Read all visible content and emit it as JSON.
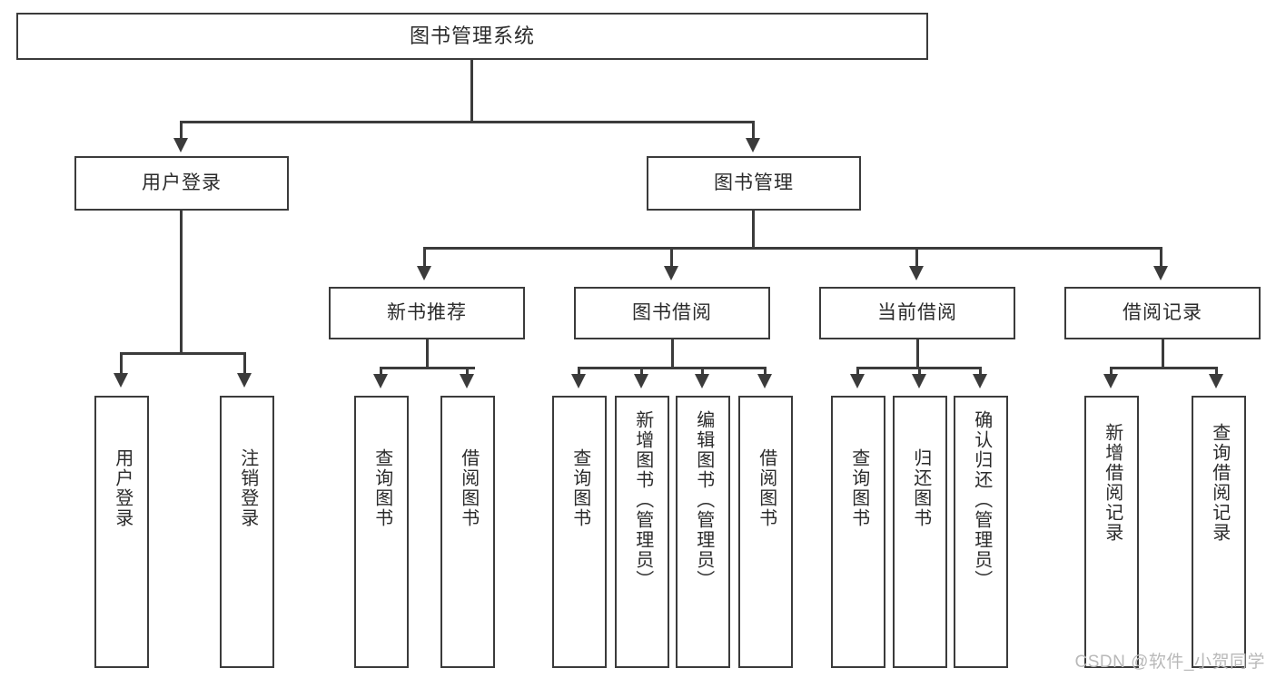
{
  "diagram": {
    "type": "tree-hierarchy",
    "title": "图书管理系统",
    "watermark": "CSDN @软件_小贺同学",
    "colors": {
      "stroke": "#3b3b3b",
      "fill": "#ffffff",
      "text": "#2b2b2b",
      "watermark": "#b9b9b9"
    },
    "levels": [
      {
        "level": 1,
        "nodes": [
          "图书管理系统"
        ]
      },
      {
        "level": 2,
        "nodes": [
          "用户登录",
          "图书管理"
        ]
      },
      {
        "level": 3,
        "nodes": [
          "新书推荐",
          "图书借阅",
          "当前借阅",
          "借阅记录"
        ]
      },
      {
        "level": 4,
        "nodes": [
          "用户登录",
          "注销登录",
          "查询图书",
          "借阅图书",
          "查询图书",
          "新增图书（管理员）",
          "编辑图书（管理员）",
          "借阅图书",
          "查询图书",
          "归还图书",
          "确认归还（管理员）",
          "新增借阅记录",
          "查询借阅记录"
        ]
      }
    ],
    "nodes": {
      "root": {
        "label": "图书管理系统"
      },
      "user_login": {
        "label": "用户登录"
      },
      "book_manage": {
        "label": "图书管理"
      },
      "new_book_rec": {
        "label": "新书推荐"
      },
      "book_borrow": {
        "label": "图书借阅"
      },
      "current_borrow": {
        "label": "当前借阅"
      },
      "borrow_record": {
        "label": "借阅记录"
      },
      "leaf_user_login": {
        "label": "用户登录"
      },
      "leaf_logout": {
        "label": "注销登录"
      },
      "leaf_query_book_1": {
        "label": "查询图书"
      },
      "leaf_borrow_book_1": {
        "label": "借阅图书"
      },
      "leaf_query_book_2": {
        "label": "查询图书"
      },
      "leaf_add_book_admin": {
        "label": "新增图书（管理员）"
      },
      "leaf_edit_book_admin": {
        "label": "编辑图书（管理员）"
      },
      "leaf_borrow_book_2": {
        "label": "借阅图书"
      },
      "leaf_query_book_3": {
        "label": "查询图书"
      },
      "leaf_return_book": {
        "label": "归还图书"
      },
      "leaf_confirm_return_admin": {
        "label": "确认归还（管理员）"
      },
      "leaf_add_record": {
        "label": "新增借阅记录"
      },
      "leaf_query_record": {
        "label": "查询借阅记录"
      }
    },
    "edges": [
      {
        "from": "root",
        "to": "user_login"
      },
      {
        "from": "root",
        "to": "book_manage"
      },
      {
        "from": "user_login",
        "to": "leaf_user_login"
      },
      {
        "from": "user_login",
        "to": "leaf_logout"
      },
      {
        "from": "book_manage",
        "to": "new_book_rec"
      },
      {
        "from": "book_manage",
        "to": "book_borrow"
      },
      {
        "from": "book_manage",
        "to": "current_borrow"
      },
      {
        "from": "book_manage",
        "to": "borrow_record"
      },
      {
        "from": "new_book_rec",
        "to": "leaf_query_book_1"
      },
      {
        "from": "new_book_rec",
        "to": "leaf_borrow_book_1"
      },
      {
        "from": "book_borrow",
        "to": "leaf_query_book_2"
      },
      {
        "from": "book_borrow",
        "to": "leaf_add_book_admin"
      },
      {
        "from": "book_borrow",
        "to": "leaf_edit_book_admin"
      },
      {
        "from": "book_borrow",
        "to": "leaf_borrow_book_2"
      },
      {
        "from": "current_borrow",
        "to": "leaf_query_book_3"
      },
      {
        "from": "current_borrow",
        "to": "leaf_return_book"
      },
      {
        "from": "current_borrow",
        "to": "leaf_confirm_return_admin"
      },
      {
        "from": "borrow_record",
        "to": "leaf_add_record"
      },
      {
        "from": "borrow_record",
        "to": "leaf_query_record"
      }
    ]
  }
}
